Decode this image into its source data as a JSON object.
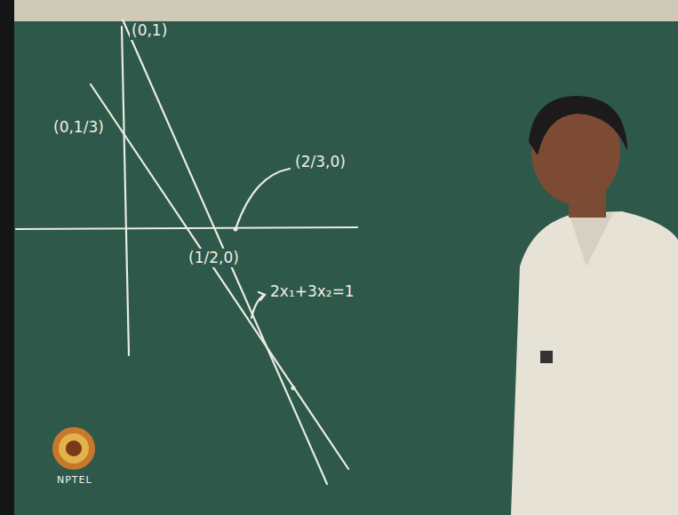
{
  "diagram": {
    "labels": [
      "(0,1)",
      "(0,1/3)",
      "(2/3,0)",
      "(1/2,0)",
      "2x₁+3x₂=1",
      "NPTEL"
    ]
  }
}
